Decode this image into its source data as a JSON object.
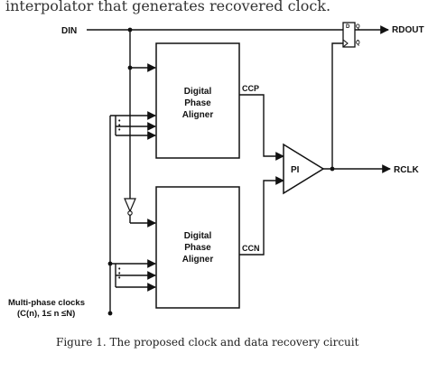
{
  "page": {
    "top_text": "interpolator that generates recovered clock.",
    "caption": "Figure 1.    The proposed clock and data recovery circuit"
  },
  "diagram": {
    "signals": {
      "din": "DIN",
      "rdout": "RDOUT",
      "rclk": "RCLK",
      "ccp": "CCP",
      "ccn": "CCN"
    },
    "blocks": {
      "aligner_top": {
        "line1": "Digital",
        "line2": "Phase",
        "line3": "Aligner"
      },
      "aligner_bottom": {
        "line1": "Digital",
        "line2": "Phase",
        "line3": "Aligner"
      },
      "pi": "PI",
      "ff": {
        "d": "D",
        "q": "Q",
        "qb": "Q̄"
      }
    },
    "clocks_label": {
      "line1": "Multi-phase clocks",
      "line2": "(C(n), 1≤ n ≤N)"
    },
    "ellipsis": "•\n•\n•"
  }
}
